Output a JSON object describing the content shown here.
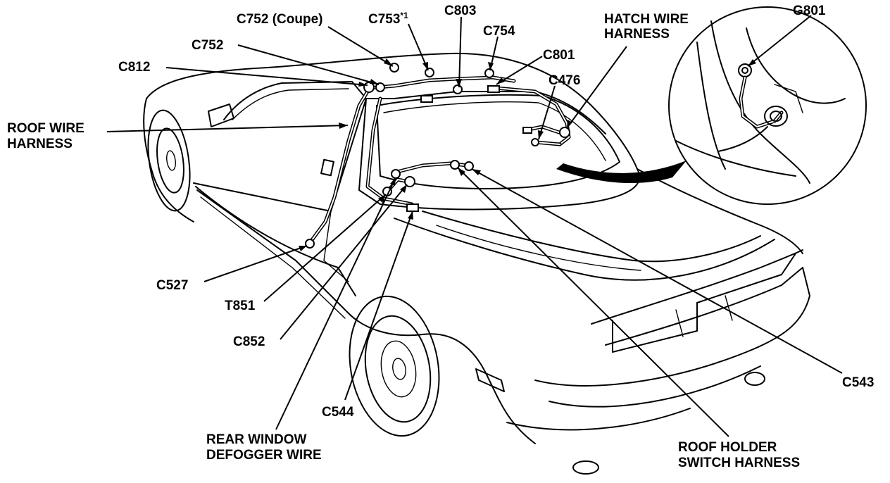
{
  "labels": {
    "c752_coupe": "C752 (Coupe)",
    "c753_main": "C753",
    "c753_sup": "*1",
    "c803": "C803",
    "c754": "C754",
    "c752": "C752",
    "c801": "C801",
    "c812": "C812",
    "c476": "C476",
    "hatch_wire_harness_1": "HATCH WIRE",
    "hatch_wire_harness_2": "HARNESS",
    "g801": "G801",
    "roof_wire_harness_1": "ROOF WIRE",
    "roof_wire_harness_2": "HARNESS",
    "c527": "C527",
    "t851": "T851",
    "c852": "C852",
    "c544": "C544",
    "c543": "C543",
    "rear_window_defogger_wire_1": "REAR WINDOW",
    "rear_window_defogger_wire_2": "DEFOGGER WIRE",
    "roof_holder_switch_harness_1": "ROOF HOLDER",
    "roof_holder_switch_harness_2": "SWITCH HARNESS"
  },
  "colors": {
    "line": "#000000",
    "background": "#ffffff"
  }
}
